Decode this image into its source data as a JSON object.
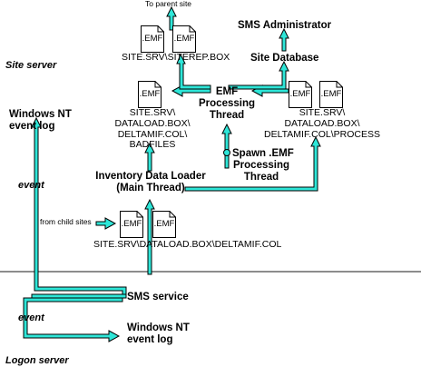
{
  "colors": {
    "arrow_fill": "#2ee6d8",
    "arrow_stroke": "#000000",
    "divider": "#666666"
  },
  "icons": {
    "document": "emf-document-icon"
  },
  "doc_label": ".EMF",
  "site_server_label": "Site server",
  "logon_server_label": "Logon server",
  "to_parent_site": "To parent site",
  "sms_administrator": "SMS Administrator",
  "site_database": "Site Database",
  "sitrep_path": "SITE.SRV\\SITEREP.BOX",
  "emf_thread": [
    "EMF",
    "Processing",
    "Thread"
  ],
  "badfiles_path": [
    "SITE.SRV\\",
    "DATALOAD.BOX\\",
    "DELTAMIF.COL\\",
    "BADFILES"
  ],
  "process_path": [
    "SITE.SRV\\",
    "DATALOAD.BOX\\",
    "DELTAMIF.COL\\PROCESS"
  ],
  "spawn": [
    "Spawn .EMF",
    "Processing",
    "Thread"
  ],
  "nt_log_top": [
    "Windows NT",
    "event log"
  ],
  "event_top": "event",
  "inventory_loader": [
    "Inventory Data Loader",
    "(Main Thread)"
  ],
  "from_child_sites": "from child sites",
  "deltamif_path": "SITE.SRV\\DATALOAD.BOX\\DELTAMIF.COL",
  "sms_service": "SMS service",
  "event_bottom": "event",
  "nt_log_bottom": [
    "Windows NT",
    "event log"
  ]
}
